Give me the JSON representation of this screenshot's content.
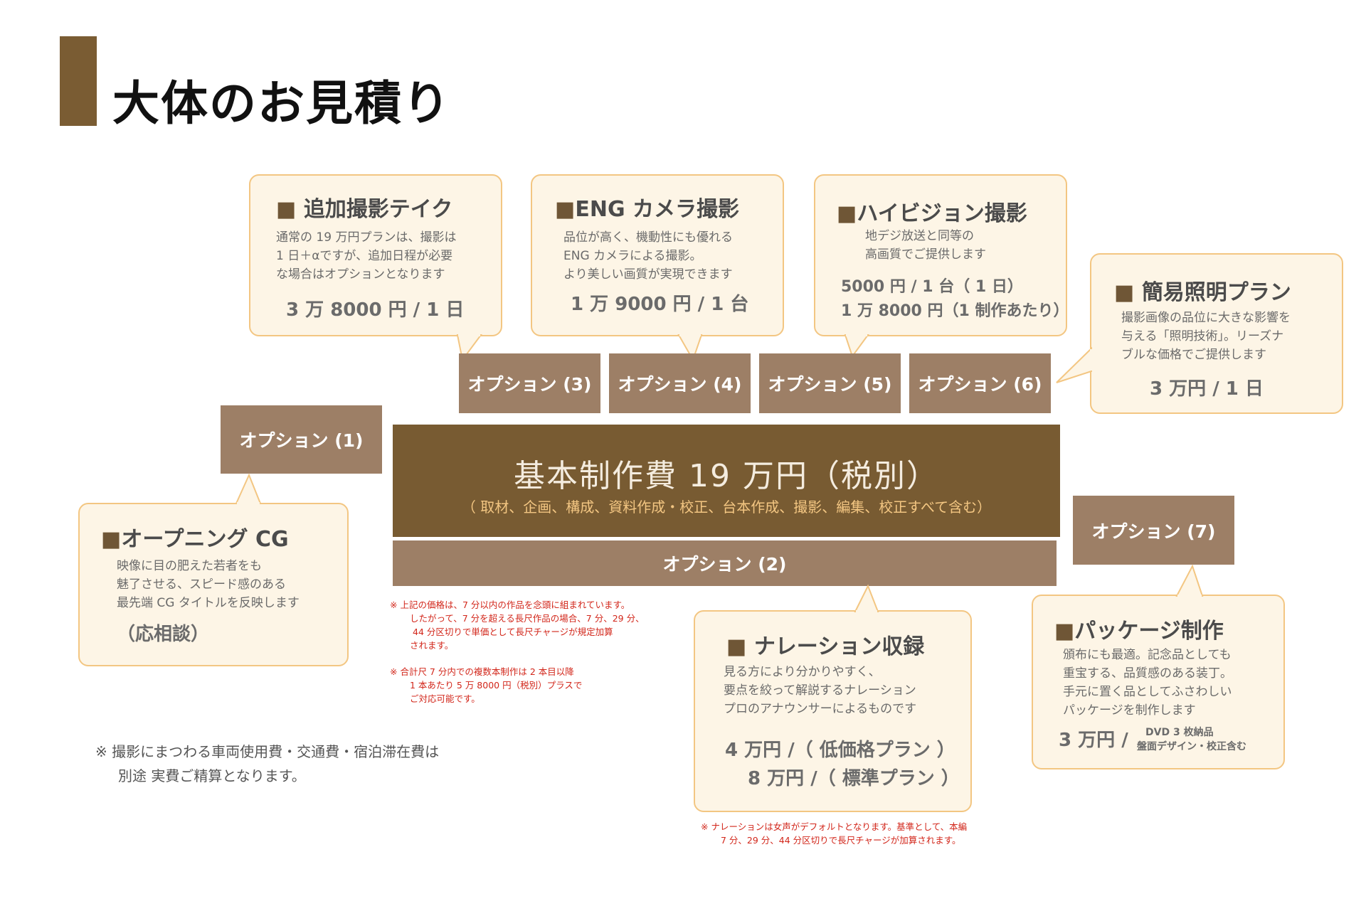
{
  "page": {
    "title": "大体のお見積り"
  },
  "main": {
    "title": "基本制作費 19 万円（税別）",
    "subtitle": "（ 取材、企画、構成、資料作成・校正、台本作成、撮影、編集、校正すべて含む）"
  },
  "options": {
    "opt1": "オプション (1)",
    "opt2": "オプション (2)",
    "opt3": "オプション (3)",
    "opt4": "オプション (4)",
    "opt5": "オプション (5)",
    "opt6": "オプション (6)",
    "opt7": "オプション (7)"
  },
  "bubbles": {
    "take": {
      "title": "追加撮影テイク",
      "desc": [
        "通常の 19 万円プランは、撮影は",
        "1 日＋αですが、追加日程が必要",
        "な場合はオプションとなります"
      ],
      "price": "3 万 8000 円 / 1 日"
    },
    "eng": {
      "title": "ENG カメラ撮影",
      "desc": [
        "品位が高く、機動性にも優れる",
        "ENG カメラによる撮影。",
        "より美しい画質が実現できます"
      ],
      "price": "1 万 9000 円 / 1 台"
    },
    "hv": {
      "title": "ハイビジョン撮影",
      "desc": [
        "地デジ放送と同等の",
        "高画質でご提供します"
      ],
      "price1": "5000 円 / 1 台（ 1 日）",
      "price2": "1 万 8000 円（1 制作あたり）"
    },
    "light": {
      "title": "簡易照明プラン",
      "desc": [
        "撮影画像の品位に大きな影響を",
        "与える「照明技術」。リーズナ",
        "ブルな価格でご提供します"
      ],
      "price": "3 万円 / 1 日"
    },
    "cg": {
      "title": "オープニング CG",
      "desc": [
        "映像に目の肥えた若者をも",
        "魅了させる、スピード感のある",
        "最先端 CG タイトルを反映します"
      ],
      "price": "（応相談）"
    },
    "narr": {
      "title": "ナレーション収録",
      "desc": [
        "見る方により分かりやすく、",
        "要点を絞って解説するナレーション",
        "プロのアナウンサーによるものです"
      ],
      "price1": "4 万円 /（ 低価格プラン ）",
      "price2": "8 万円 /（ 標準プラン ）"
    },
    "pkg": {
      "title": "パッケージ制作",
      "desc": [
        "頒布にも最適。記念品としても",
        "重宝する、品質感のある装丁。",
        "手元に置く品としてふさわしい",
        "パッケージを制作します"
      ],
      "price": "3 万円 /",
      "price_note1": "DVD 3 枚納品",
      "price_note2": "盤面デザイン・校正含む"
    }
  },
  "notes": {
    "red1": [
      "※  上記の価格は、7 分以内の作品を念頭に組まれています。",
      "したがって、7 分を超える長尺作品の場合、7 分、29 分、",
      "44 分区切りで単価として長尺チャージが規定加算",
      "されます。"
    ],
    "red2": [
      "※  合計尺 7 分内での複数本制作は 2 本目以降",
      "1 本あたり 5 万 8000 円（税別）プラスで",
      "ご対応可能です。"
    ],
    "red3": [
      "※  ナレーションは女声がデフォルトとなります。基準として、本編",
      "7 分、29 分、44 分区切りで長尺チャージが加算されます。"
    ],
    "gray": [
      "※  撮影にまつわる車両使用費・交通費・宿泊滞在費は",
      "別途 実費ご精算となります。"
    ]
  },
  "colors": {
    "accent": "#785b32",
    "option": "#9d7f66",
    "bubble_bg": "#fdf5e6",
    "bubble_border": "#f3c682",
    "note_red": "#d2261a"
  }
}
